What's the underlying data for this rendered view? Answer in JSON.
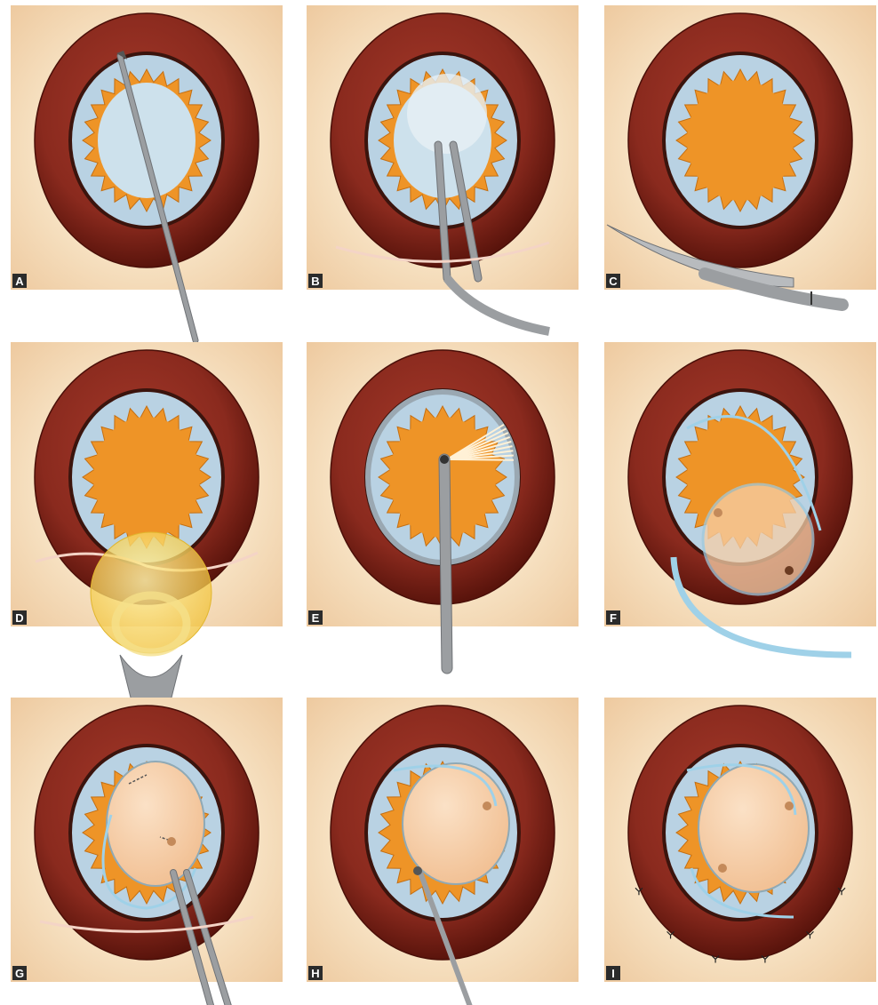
{
  "figure": {
    "panels": [
      {
        "letter": "A",
        "tool": "needle"
      },
      {
        "letter": "B",
        "tool": "forceps"
      },
      {
        "letter": "C",
        "tool": "scissors"
      },
      {
        "letter": "D",
        "tool": "lens-loop"
      },
      {
        "letter": "E",
        "tool": "cautery-probe"
      },
      {
        "letter": "F",
        "tool": "suture-needle"
      },
      {
        "letter": "G",
        "tool": "forceps"
      },
      {
        "letter": "H",
        "tool": "hook"
      },
      {
        "letter": "I",
        "tool": "none"
      }
    ],
    "colors": {
      "background_glow": "#f7e3c4",
      "background_edge": "#f2d5b2",
      "outer_ring": "#8a2a1e",
      "outer_ring_dark": "#5a140c",
      "inner_ring": "#b9d2e3",
      "zigzag": "#ee9427",
      "graft": "#f6cfa8",
      "instrument": "#9b9ea1",
      "suture": "#9fd1e8",
      "label_bg": "#2b2b2b"
    }
  }
}
